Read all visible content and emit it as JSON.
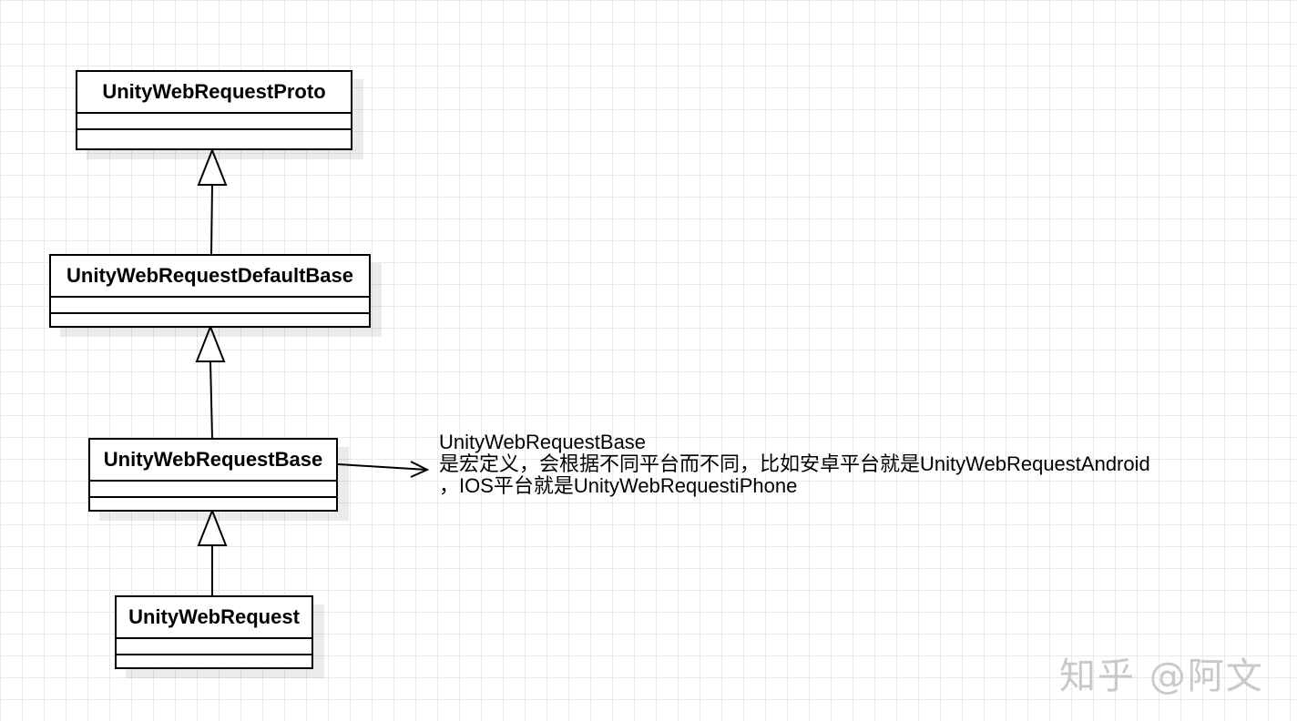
{
  "diagram": {
    "classes": [
      {
        "id": "proto",
        "name": "UnityWebRequestProto"
      },
      {
        "id": "defaultbase",
        "name": "UnityWebRequestDefaultBase"
      },
      {
        "id": "base",
        "name": "UnityWebRequestBase"
      },
      {
        "id": "request",
        "name": "UnityWebRequest"
      }
    ],
    "relations": [
      {
        "type": "inheritance",
        "from": "defaultbase",
        "to": "proto"
      },
      {
        "type": "inheritance",
        "from": "base",
        "to": "defaultbase"
      },
      {
        "type": "inheritance",
        "from": "request",
        "to": "base"
      },
      {
        "type": "association",
        "from": "base",
        "to": "note"
      }
    ],
    "note": {
      "line1": "UnityWebRequestBase",
      "line2": "是宏定义，会根据不同平台而不同，比如安卓平台就是UnityWebRequestAndroid",
      "line3": "，IOS平台就是UnityWebRequestiPhone"
    }
  },
  "watermark": "知乎 @阿文"
}
